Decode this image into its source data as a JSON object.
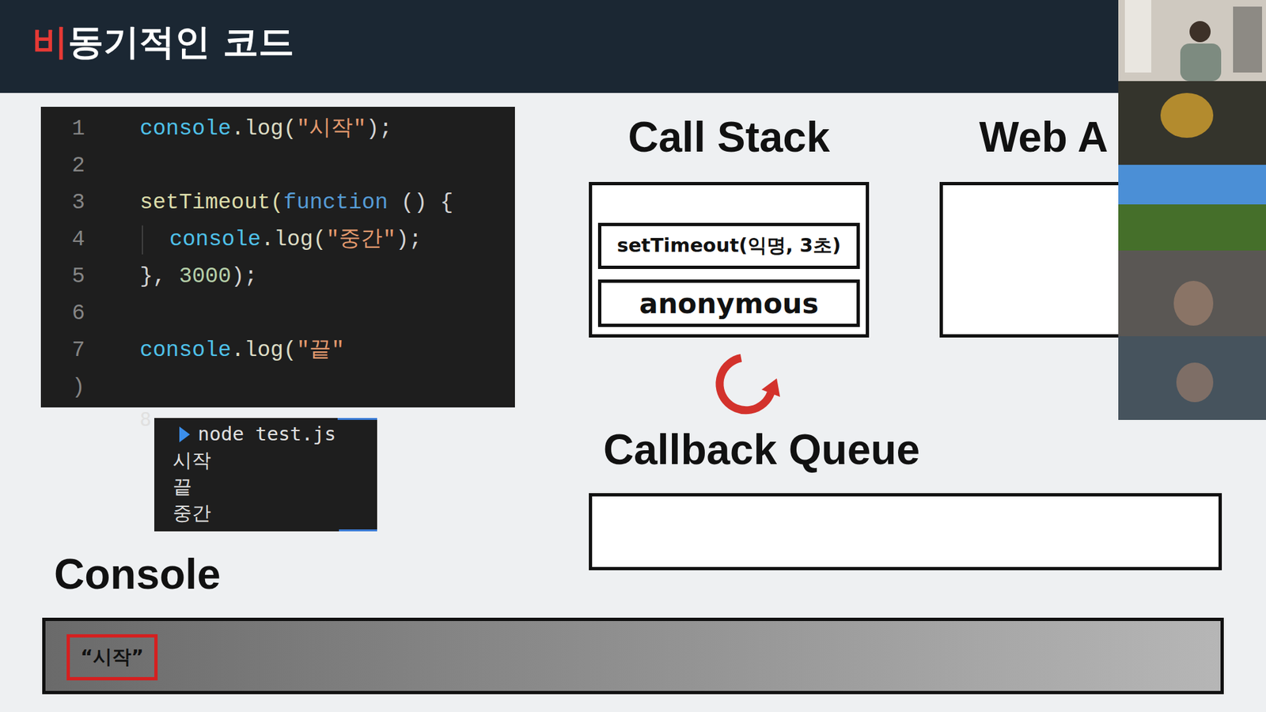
{
  "diagram": {
    "title": "비동기적인 코드",
    "nodes": [
      {
        "text": [
          "1",
          "console",
          ".log(",
          "\"시작\"",
          ");",
          "2",
          "3",
          "setTimeout(",
          "function",
          "() {",
          "4",
          "console",
          ".log(",
          "\"중간\"",
          ");",
          "5",
          "},",
          "3000",
          ");",
          "6",
          "7",
          "console",
          ".log(",
          "\"끝\"",
          ")",
          "8"
        ]
      },
      {
        "text": [
          "node test.js",
          "시작",
          "끝",
          "중간"
        ]
      },
      {
        "text": [
          "Call Stack"
        ]
      },
      {
        "text": [
          "setTimeout(익명, 3초)"
        ],
        "in": 2
      },
      {
        "text": [
          "anonymous"
        ],
        "in": 2
      },
      {
        "text": [
          "Web A"
        ]
      },
      {
        "text": [
          "Callback Queue"
        ]
      },
      {
        "text": [
          "Console"
        ]
      },
      {
        "text": [
          "“시작”"
        ],
        "in": 7
      }
    ]
  }
}
